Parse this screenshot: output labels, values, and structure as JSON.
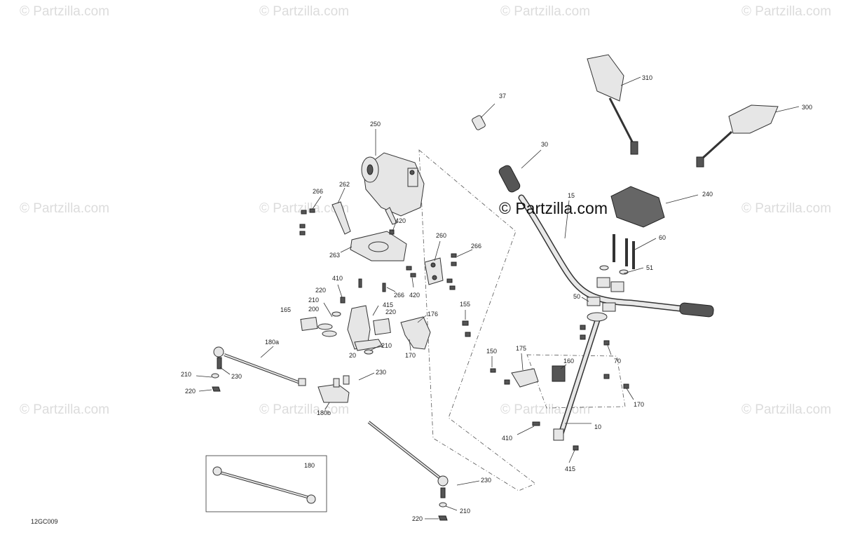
{
  "diagram": {
    "code": "12GC009",
    "watermark": "© Partzilla.com",
    "watermark_center": "© Partzilla.com",
    "callouts": {
      "c10": "10",
      "c15": "15",
      "c20": "20",
      "c30": "30",
      "c37": "37",
      "c50": "50",
      "c51": "51",
      "c60": "60",
      "c70": "70",
      "c150": "150",
      "c155": "155",
      "c160": "160",
      "c165": "165",
      "c170a": "170",
      "c170b": "170",
      "c175": "175",
      "c176": "176",
      "c180": "180",
      "c180a": "180a",
      "c180b": "180b",
      "c200": "200",
      "c210a": "210",
      "c210b": "210",
      "c210c": "210",
      "c210d": "210",
      "c220a": "220",
      "c220b": "220",
      "c220c": "220",
      "c220d": "220",
      "c230a": "230",
      "c230b": "230",
      "c230c": "230",
      "c240": "240",
      "c250": "250",
      "c260": "260",
      "c262": "262",
      "c263": "263",
      "c266a": "266",
      "c266b": "266",
      "c266c": "266",
      "c300": "300",
      "c310": "310",
      "c410a": "410",
      "c410b": "410",
      "c415a": "415",
      "c415b": "415",
      "c420a": "420",
      "c420b": "420"
    }
  }
}
